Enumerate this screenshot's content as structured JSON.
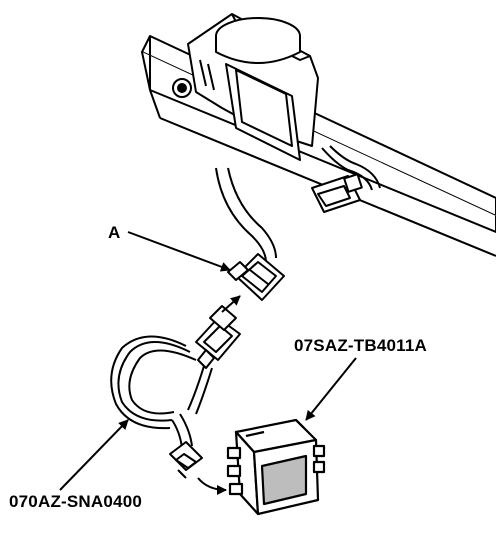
{
  "labels": {
    "connector_a": "A",
    "harness_part_number": "070AZ-SNA0400",
    "module_part_number": "07SAZ-TB4011A"
  },
  "colors": {
    "ink": "#000000",
    "paper": "#ffffff",
    "shade": "#bdbdbd"
  }
}
